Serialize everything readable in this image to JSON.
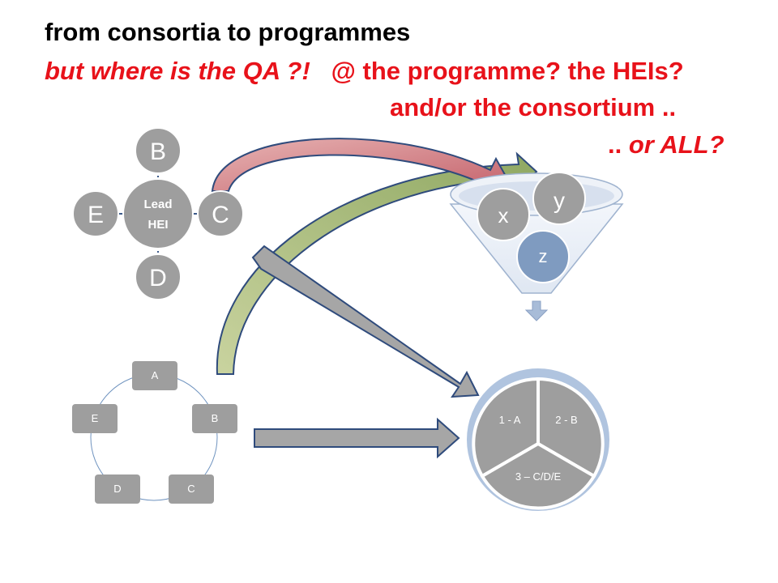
{
  "heading": {
    "line1": "from consortia to programmes",
    "q_part1": "but where is the QA ?!",
    "q_part2": "@ the programme? the HEIs?",
    "q_line2": "and/or the consortium ..",
    "q_line3_prefix": "..",
    "q_line3_rest": "or ALL?"
  },
  "hub": {
    "center_line1": "Lead",
    "center_line2": "HEI",
    "top": "B",
    "right": "C",
    "bottom": "D",
    "left": "E"
  },
  "cycle": {
    "nodes": [
      "A",
      "B",
      "C",
      "D",
      "E"
    ]
  },
  "funnel": {
    "balls": [
      "x",
      "y",
      "z"
    ]
  },
  "pie": {
    "segments": [
      "1 - A",
      "2 - B",
      "3 – C/D/E"
    ]
  },
  "colors": {
    "title": "#000000",
    "question": "#e8121a",
    "node_gray": "#9e9e9e",
    "z_ball": "#7f9bc0",
    "ring_blue": "#b0c4df",
    "arrow_gray": "#a6a6a6",
    "arrow_border": "#2f4b7c",
    "red_arrow": "#c8727a",
    "green_arrow": "#a4b57a"
  }
}
